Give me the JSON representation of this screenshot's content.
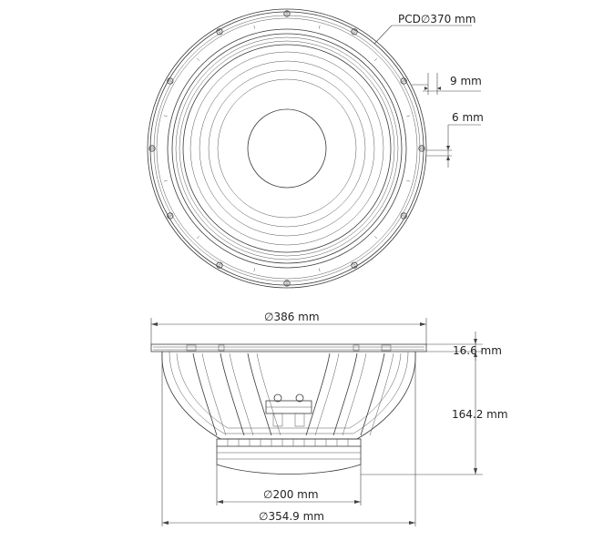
{
  "front_view": {
    "pcd_label": "PCD∅370 mm",
    "slot_width_label": "9 mm",
    "hole_label": "6 mm"
  },
  "side_view": {
    "frame_diameter_label": "∅386 mm",
    "flange_thickness_label": "16.6 mm",
    "depth_label": "164.2 mm",
    "magnet_diameter_label": "∅200 mm",
    "baffle_cutout_label": "∅354.9 mm"
  },
  "colors": {
    "line": "#3a3a3a",
    "background": "#ffffff"
  }
}
